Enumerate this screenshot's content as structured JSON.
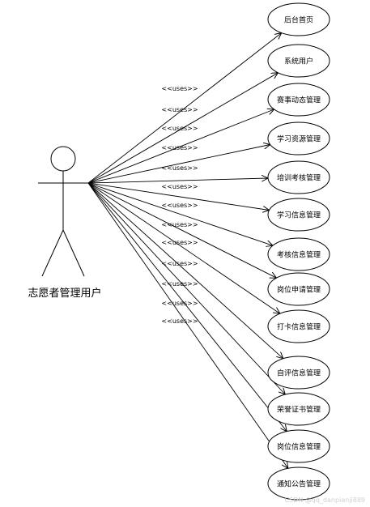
{
  "actor": {
    "name": "志愿者管理用户"
  },
  "relation_label": "<<uses>>",
  "use_cases": [
    {
      "label": "后台首页"
    },
    {
      "label": "系统用户"
    },
    {
      "label": "赛事动态管理"
    },
    {
      "label": "学习资源管理"
    },
    {
      "label": "培训考核管理"
    },
    {
      "label": "学习信息管理"
    },
    {
      "label": "考核信息管理"
    },
    {
      "label": "岗位申请管理"
    },
    {
      "label": "打卡信息管理"
    },
    {
      "label": "自评信息管理"
    },
    {
      "label": "荣誉证书管理"
    },
    {
      "label": "岗位信息管理"
    },
    {
      "label": "通知公告管理"
    }
  ],
  "watermark": "CSDN @qq_danpianji889"
}
